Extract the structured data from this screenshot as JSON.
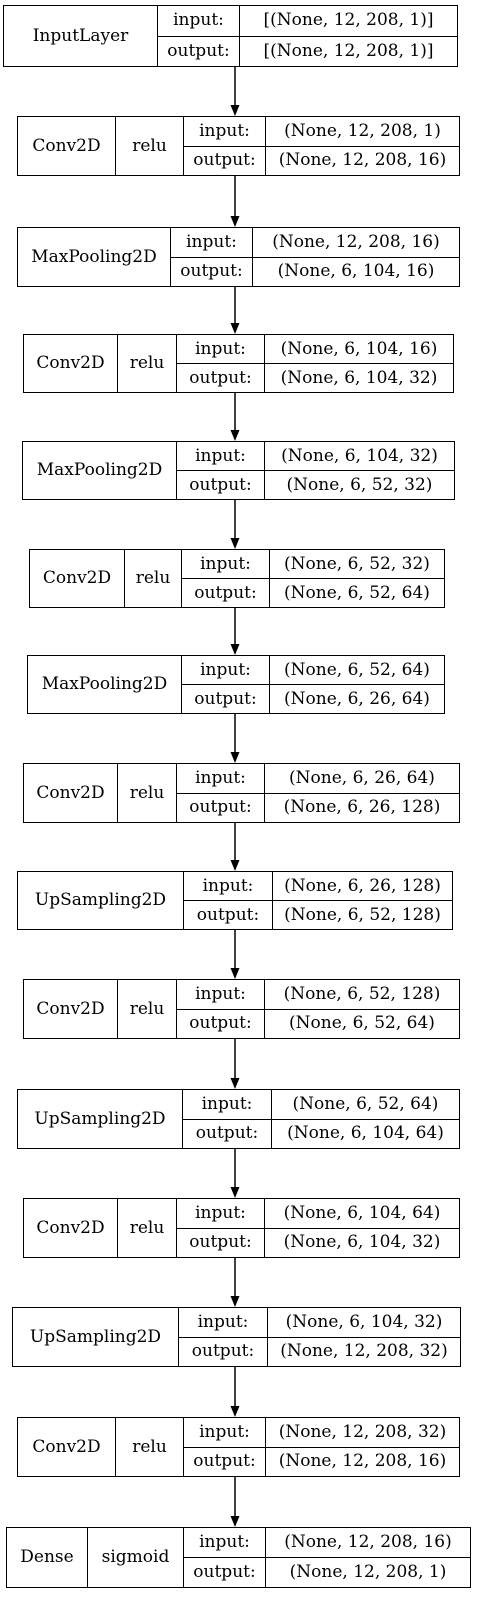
{
  "layers": [
    {
      "type": "InputLayer",
      "activation": "",
      "input_label": "input:",
      "output_label": "output:",
      "input_shape": "[(None, 12, 208, 1)]",
      "output_shape": "[(None, 12, 208, 1)]"
    },
    {
      "type": "Conv2D",
      "activation": "relu",
      "input_label": "input:",
      "output_label": "output:",
      "input_shape": "(None, 12, 208, 1)",
      "output_shape": "(None, 12, 208, 16)"
    },
    {
      "type": "MaxPooling2D",
      "activation": "",
      "input_label": "input:",
      "output_label": "output:",
      "input_shape": "(None, 12, 208, 16)",
      "output_shape": "(None, 6, 104, 16)"
    },
    {
      "type": "Conv2D",
      "activation": "relu",
      "input_label": "input:",
      "output_label": "output:",
      "input_shape": "(None, 6, 104, 16)",
      "output_shape": "(None, 6, 104, 32)"
    },
    {
      "type": "MaxPooling2D",
      "activation": "",
      "input_label": "input:",
      "output_label": "output:",
      "input_shape": "(None, 6, 104, 32)",
      "output_shape": "(None, 6, 52, 32)"
    },
    {
      "type": "Conv2D",
      "activation": "relu",
      "input_label": "input:",
      "output_label": "output:",
      "input_shape": "(None, 6, 52, 32)",
      "output_shape": "(None, 6, 52, 64)"
    },
    {
      "type": "MaxPooling2D",
      "activation": "",
      "input_label": "input:",
      "output_label": "output:",
      "input_shape": "(None, 6, 52, 64)",
      "output_shape": "(None, 6, 26, 64)"
    },
    {
      "type": "Conv2D",
      "activation": "relu",
      "input_label": "input:",
      "output_label": "output:",
      "input_shape": "(None, 6, 26, 64)",
      "output_shape": "(None, 6, 26, 128)"
    },
    {
      "type": "UpSampling2D",
      "activation": "",
      "input_label": "input:",
      "output_label": "output:",
      "input_shape": "(None, 6, 26, 128)",
      "output_shape": "(None, 6, 52, 128)"
    },
    {
      "type": "Conv2D",
      "activation": "relu",
      "input_label": "input:",
      "output_label": "output:",
      "input_shape": "(None, 6, 52, 128)",
      "output_shape": "(None, 6, 52, 64)"
    },
    {
      "type": "UpSampling2D",
      "activation": "",
      "input_label": "input:",
      "output_label": "output:",
      "input_shape": "(None, 6, 52, 64)",
      "output_shape": "(None, 6, 104, 64)"
    },
    {
      "type": "Conv2D",
      "activation": "relu",
      "input_label": "input:",
      "output_label": "output:",
      "input_shape": "(None, 6, 104, 64)",
      "output_shape": "(None, 6, 104, 32)"
    },
    {
      "type": "UpSampling2D",
      "activation": "",
      "input_label": "input:",
      "output_label": "output:",
      "input_shape": "(None, 6, 104, 32)",
      "output_shape": "(None, 12, 208, 32)"
    },
    {
      "type": "Conv2D",
      "activation": "relu",
      "input_label": "input:",
      "output_label": "output:",
      "input_shape": "(None, 12, 208, 32)",
      "output_shape": "(None, 12, 208, 16)"
    },
    {
      "type": "Dense",
      "activation": "sigmoid",
      "input_label": "input:",
      "output_label": "output:",
      "input_shape": "(None, 12, 208, 16)",
      "output_shape": "(None, 12, 208, 1)"
    }
  ]
}
